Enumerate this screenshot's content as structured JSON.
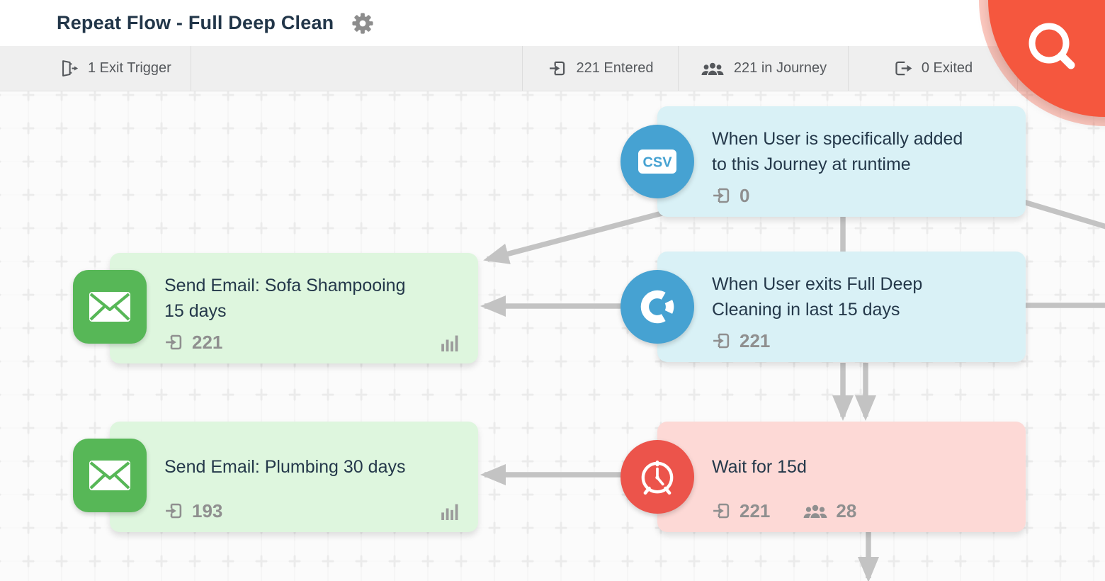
{
  "header": {
    "title": "Repeat Flow - Full Deep Clean",
    "settings_icon": "gear-icon"
  },
  "stats_bar": {
    "exit_trigger": {
      "icon": "door-exit-icon",
      "label": "1 Exit Trigger"
    },
    "entered": {
      "icon": "enter-icon",
      "label": "221 Entered"
    },
    "in_journey": {
      "icon": "users-icon",
      "label": "221 in Journey"
    },
    "exited": {
      "icon": "exit-icon",
      "label": "0 Exited"
    }
  },
  "search_button": {
    "icon": "magnifier-icon"
  },
  "nodes": [
    {
      "id": "csv-entry-trigger",
      "kind": "entry-trigger",
      "icon": "csv-icon",
      "badge_label": "CSV",
      "title": "When User is specifically added to this Journey at runtime",
      "title_lines": [
        "When User is specifically added",
        "to this Journey at runtime"
      ],
      "entered": "0"
    },
    {
      "id": "exit-event-trigger",
      "kind": "entry-trigger",
      "icon": "donut-chart-icon",
      "title": "When User exits Full Deep Cleaning in last 15 days",
      "title_lines": [
        "When User exits Full Deep",
        "Cleaning in last 15 days"
      ],
      "entered": "221"
    },
    {
      "id": "email-sofa-shampooing",
      "kind": "action-email",
      "icon": "envelope-icon",
      "title": "Send Email: Sofa Shampooing 15 days",
      "title_lines": [
        "Send Email: Sofa Shampooing",
        "15 days"
      ],
      "entered": "221",
      "report_icon": "bar-chart-icon"
    },
    {
      "id": "email-plumbing",
      "kind": "action-email",
      "icon": "envelope-icon",
      "title": "Send Email: Plumbing 30 days",
      "title_lines": [
        "Send Email: Plumbing 30 days"
      ],
      "entered": "193",
      "report_icon": "bar-chart-icon"
    },
    {
      "id": "wait-15d",
      "kind": "flow-control",
      "icon": "alarm-clock-icon",
      "title": "Wait for 15d",
      "title_lines": [
        "Wait for 15d"
      ],
      "entered": "221",
      "in_node": "28",
      "users_icon": "users-icon"
    }
  ],
  "colors": {
    "accent_orange": "#f5573e",
    "card_cyan": "#d9f1f6",
    "card_green": "#def6de",
    "card_pink": "#fdd9d6",
    "icon_blue": "#46a2d2",
    "icon_green": "#57b757",
    "icon_red": "#ec544b",
    "connector_gray": "#c3c3c3",
    "text_dark": "#24384a",
    "stat_gray": "#8f8f8f",
    "statsbar_bg": "#efefef"
  }
}
